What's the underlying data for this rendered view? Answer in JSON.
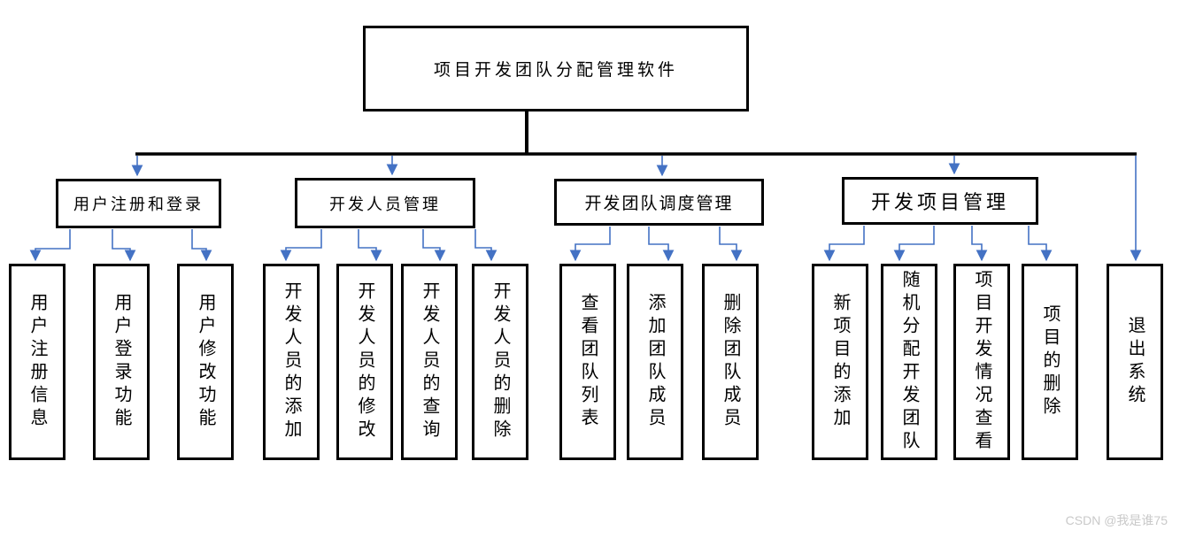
{
  "diagram": {
    "title": "项目开发团队分配管理软件",
    "branches": [
      {
        "label": "用户注册和登录",
        "children": [
          "用户注册信息",
          "用户登录功能",
          "用户修改功能"
        ]
      },
      {
        "label": "开发人员管理",
        "children": [
          "开发人员的添加",
          "开发人员的修改",
          "开发人员的查询",
          "开发人员的删除"
        ]
      },
      {
        "label": "开发团队调度管理",
        "children": [
          "查看团队列表",
          "添加团队成员",
          "删除团队成员"
        ]
      },
      {
        "label": "开发项目管理",
        "children": [
          "新项目的添加",
          "随机分配开发团队",
          "项目开发情况查看",
          "项目的删除"
        ]
      }
    ],
    "exit": "退出系统"
  },
  "watermark": "CSDN @我是谁75",
  "colors": {
    "connector_blue": "#4472C4",
    "trunk_black": "#000000",
    "box_border": "#000000",
    "background": "#ffffff",
    "watermark_text": "#c9c9c9"
  }
}
